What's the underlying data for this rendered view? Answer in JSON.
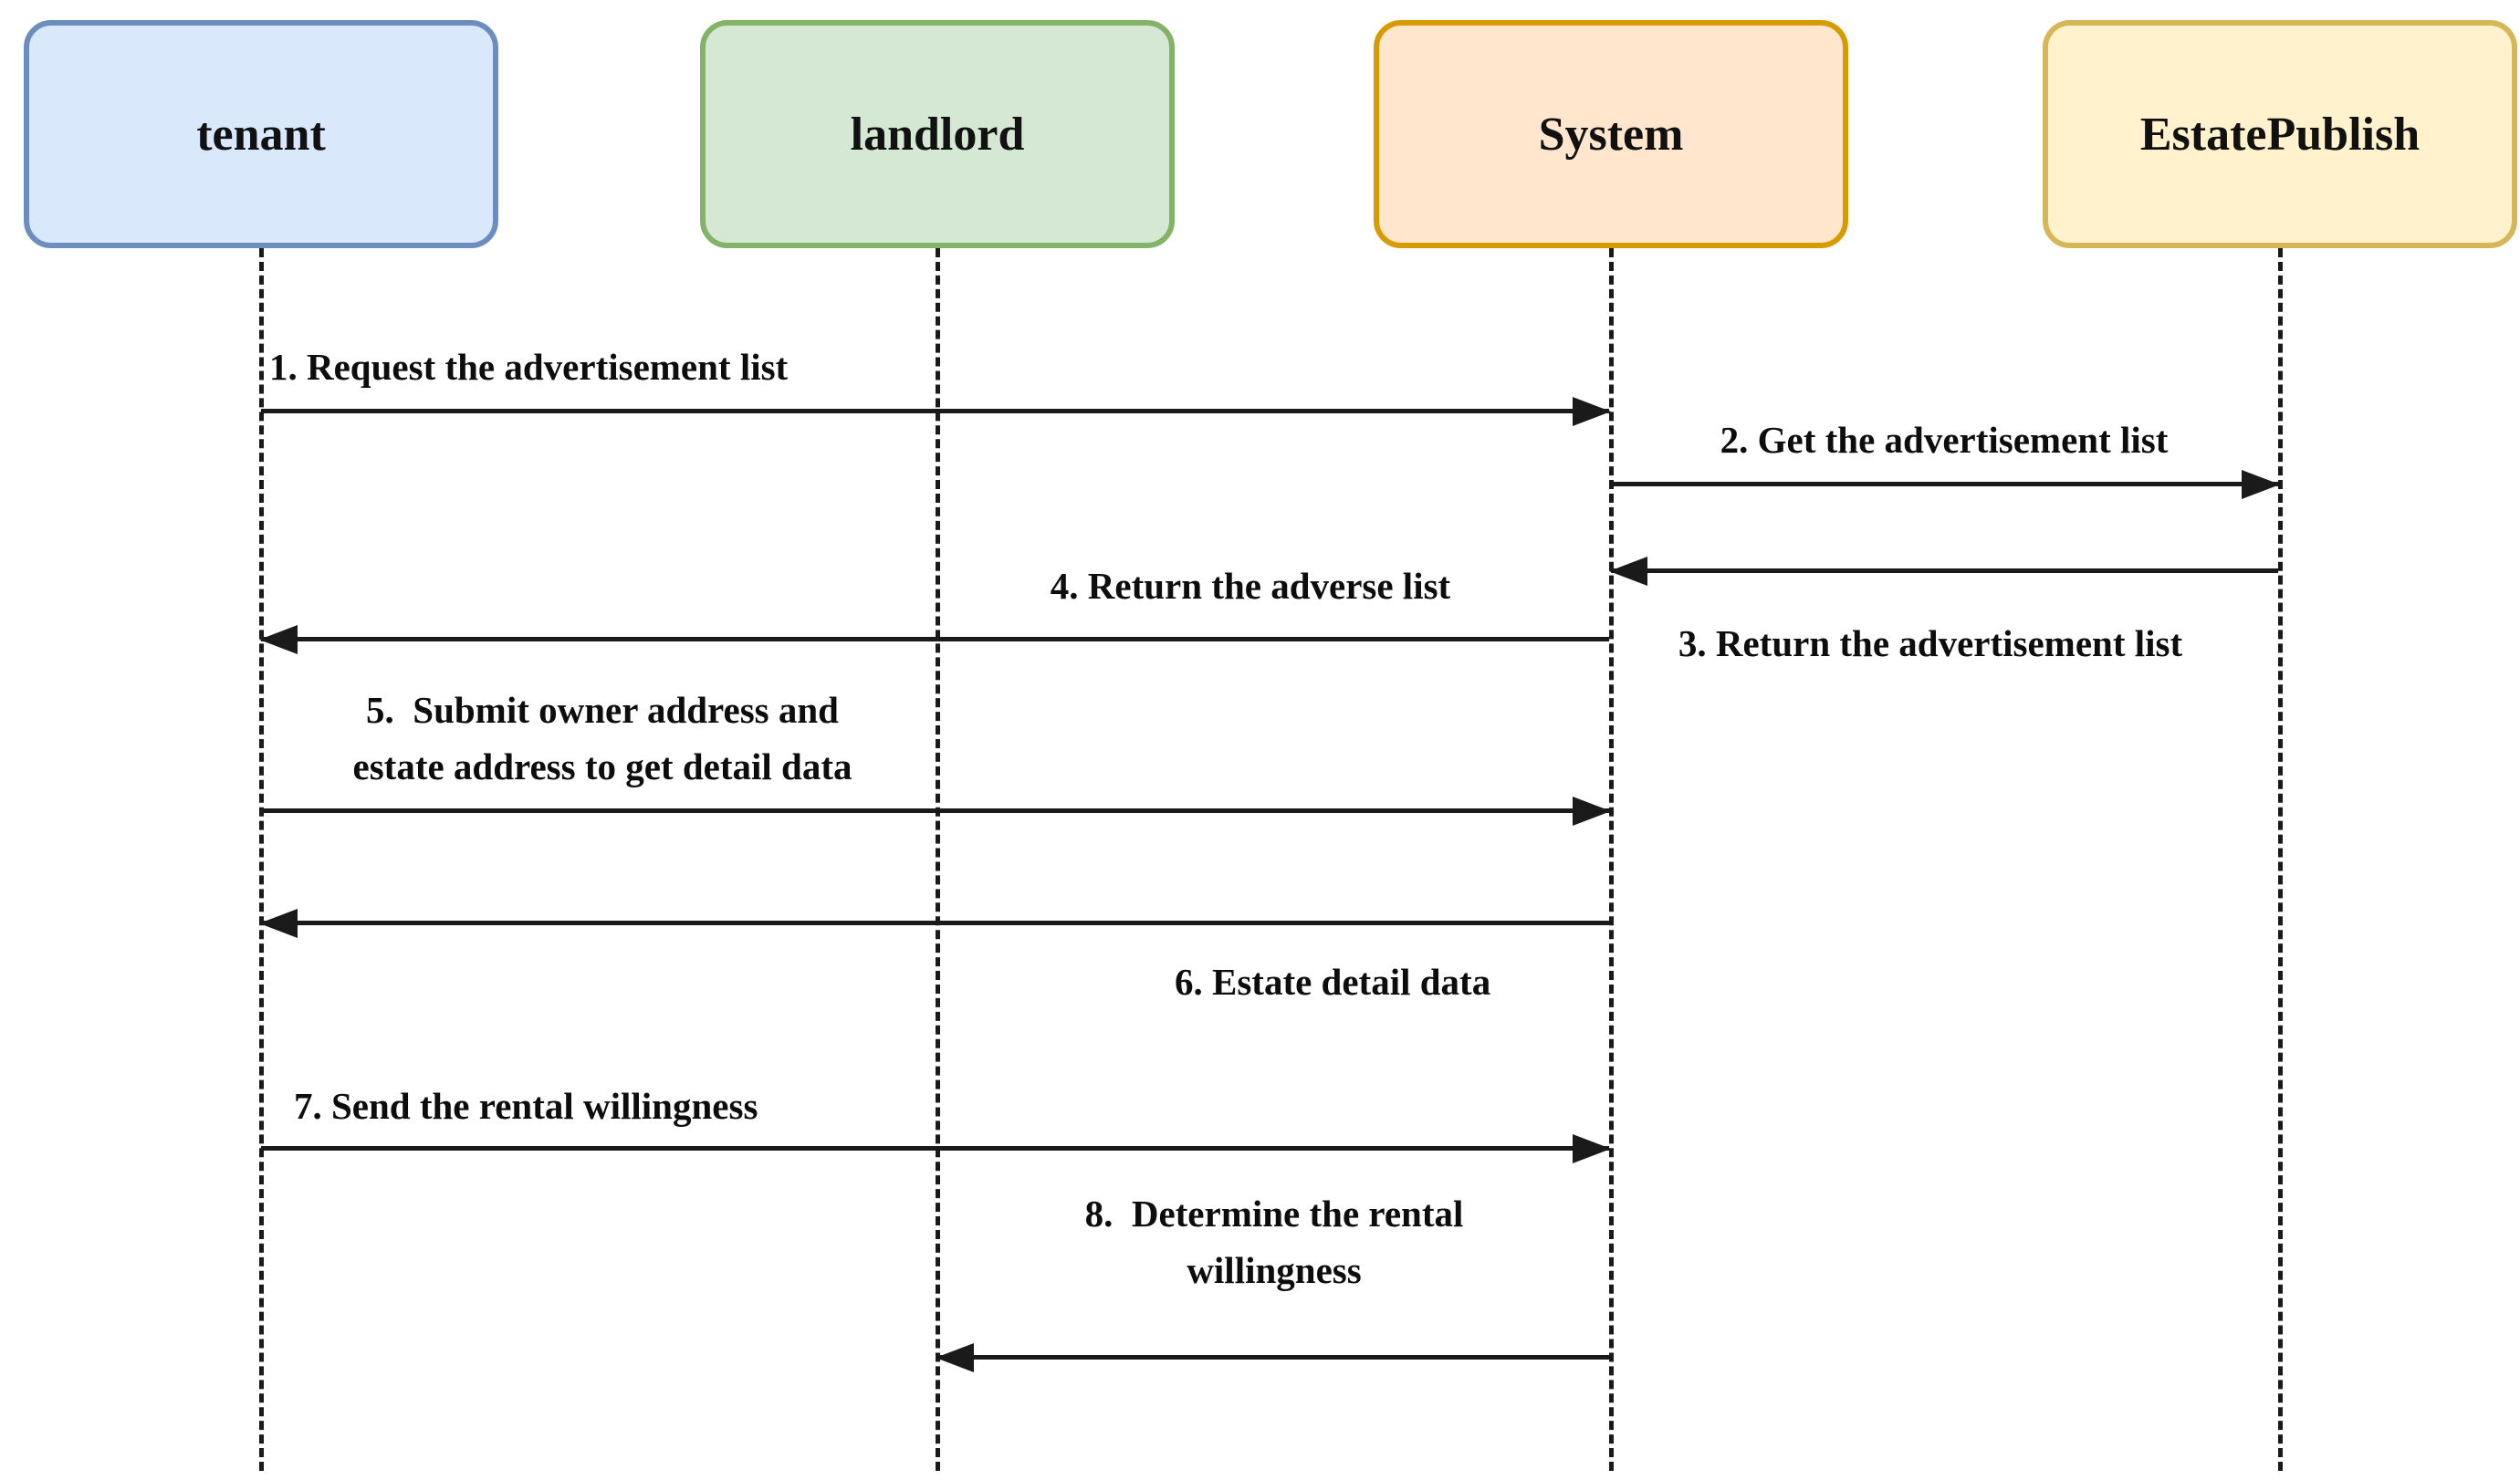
{
  "diagram": {
    "type": "uml-sequence",
    "participants": [
      {
        "label": "tenant",
        "fill": "#dae8fc",
        "border": "#6c8ebf"
      },
      {
        "label": "landlord",
        "fill": "#d5e8d4",
        "border": "#82b366"
      },
      {
        "label": "System",
        "fill": "#ffe6cc",
        "border": "#d79b00"
      },
      {
        "label": "EstatePublish",
        "fill": "#fff2cc",
        "border": "#d6b656"
      }
    ],
    "messages": [
      {
        "label": "1. Request the advertisement list",
        "from": "tenant",
        "to": "System",
        "direction": "right"
      },
      {
        "label": "2. Get the advertisement list",
        "from": "System",
        "to": "EstatePublish",
        "direction": "right"
      },
      {
        "label": "3. Return the advertisement list",
        "from": "EstatePublish",
        "to": "System",
        "direction": "left"
      },
      {
        "label": "4. Return the adverse list",
        "from": "System",
        "to": "tenant",
        "direction": "left"
      },
      {
        "label": "5.  Submit owner address and\nestate address to get detail data",
        "from": "tenant",
        "to": "System",
        "direction": "right"
      },
      {
        "label": "6. Estate detail data",
        "from": "System",
        "to": "tenant",
        "direction": "left"
      },
      {
        "label": "7. Send the rental willingness",
        "from": "tenant",
        "to": "System",
        "direction": "right"
      },
      {
        "label": "8.  Determine the rental\nwillingness",
        "from": "System",
        "to": "landlord",
        "direction": "left"
      }
    ],
    "colors": {
      "line": "#1a1a1a",
      "text": "#0d0d0d",
      "background": "#ffffff"
    }
  }
}
